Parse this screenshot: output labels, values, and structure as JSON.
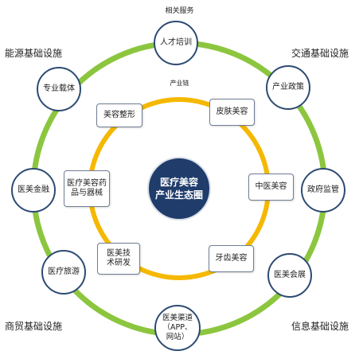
{
  "colors": {
    "outer_ring": "#8cc63f",
    "inner_ring": "#f5b800",
    "center_fill": "#1f3c6b",
    "node_border": "#2d4b73"
  },
  "labels": {
    "top": "相关服务",
    "chain": "产业链",
    "top_left": "能源基础设施",
    "top_right": "交通基础设施",
    "bottom_left": "商贸基础设施",
    "bottom_right": "信息基础设施"
  },
  "center": {
    "line1": "医疗美容",
    "line2": "产业生态圈"
  },
  "outer_nodes": [
    "人才培训",
    "产业政策",
    "政府监管",
    "医美会展",
    "医美渠道（APP、网站）",
    "医疗旅游",
    "医美金融",
    "专业载体"
  ],
  "inner_boxes": [
    "皮肤美容",
    "中医美容",
    "牙齿美容",
    "医美技术研发",
    "医疗美容药品与器械",
    "美容整形"
  ]
}
